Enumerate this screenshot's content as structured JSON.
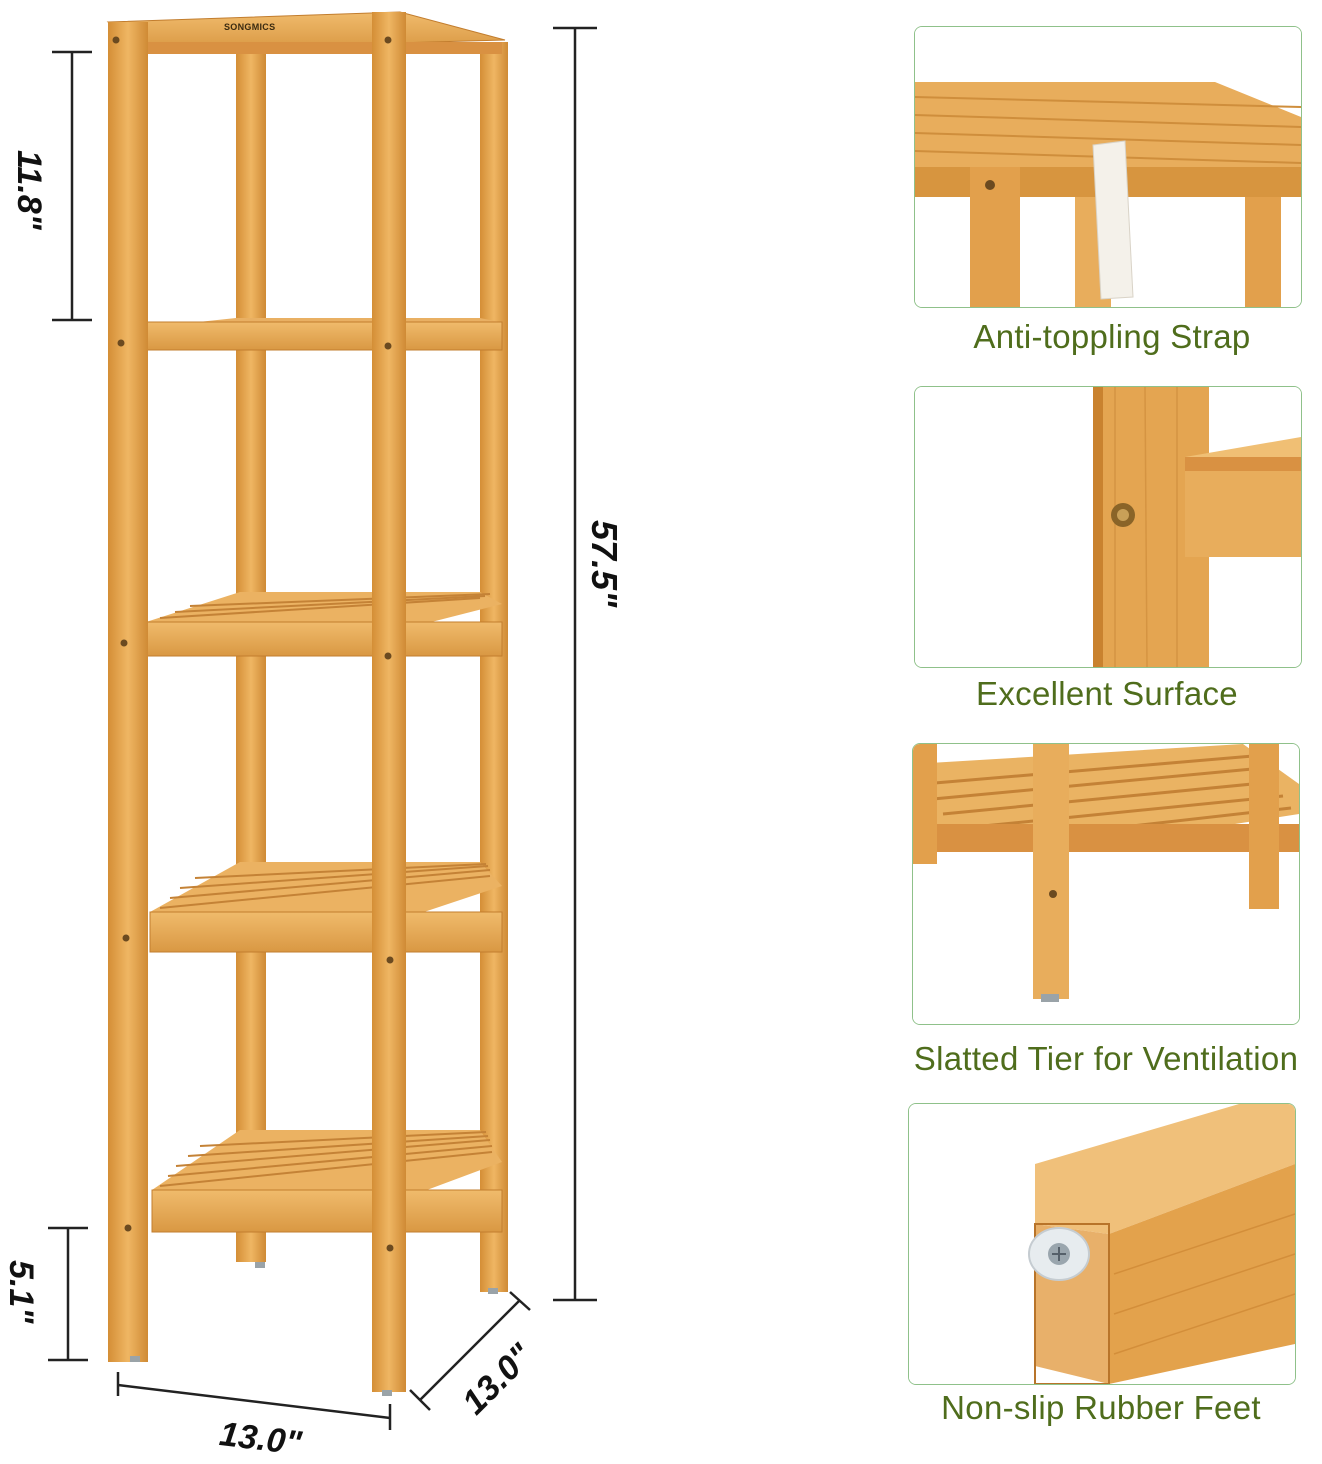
{
  "product": {
    "brand": "SONGMICS",
    "dimensions": {
      "tier_spacing": "11.8\"",
      "total_height": "57.5\"",
      "bottom_clearance": "5.1\"",
      "width": "13.0\"",
      "depth": "13.0\""
    }
  },
  "features": [
    {
      "caption": "Anti-toppling Strap",
      "icon": "strap-detail-photo"
    },
    {
      "caption": "Excellent Surface",
      "icon": "surface-detail-photo"
    },
    {
      "caption": "Slatted Tier for Ventilation",
      "icon": "slatted-tier-photo"
    },
    {
      "caption": "Non-slip Rubber Feet",
      "icon": "rubber-foot-photo"
    }
  ],
  "colors": {
    "bamboo": "#e3a24c",
    "bamboo_dark": "#c9822f",
    "caption_green": "#4f6d1c",
    "card_border": "#8fc18a"
  }
}
